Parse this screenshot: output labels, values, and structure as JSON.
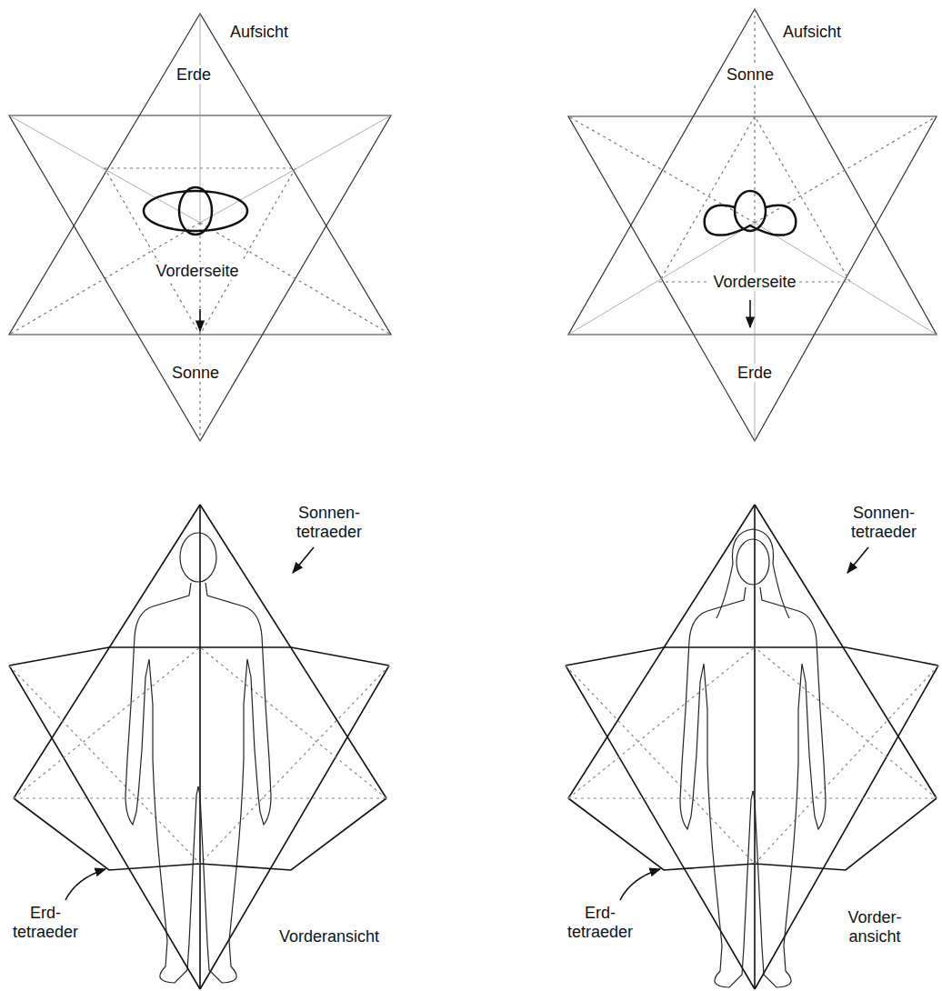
{
  "diagram": {
    "labels": [
      "Aufsicht",
      "Erde",
      "Vorderseite",
      "Sonne",
      "Aufsicht",
      "Sonne",
      "Vorderseite",
      "Erde",
      "Sonnen- tetraeder",
      "Erd- tetraeder",
      "Vorderansicht",
      "Sonnen- tetraeder",
      "Erd- tetraeder",
      "Vorder- ansicht"
    ]
  }
}
